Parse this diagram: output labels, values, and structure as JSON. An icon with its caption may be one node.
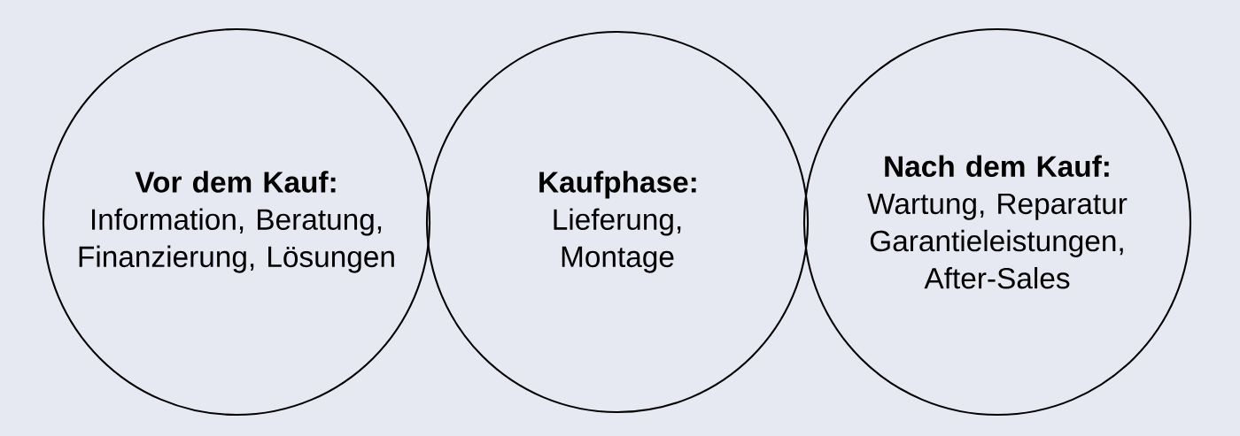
{
  "diagram": {
    "nodes": [
      {
        "text": [
          "Vor dem Kauf:",
          "Information, Beratung, Finanzierung, Lösungen"
        ]
      },
      {
        "text": [
          "Kaufphase:",
          "Lieferung, Montage"
        ]
      },
      {
        "text": [
          "Nach dem Kauf:",
          "Wartung, Reparatur Garantieleistungen, After-Sales"
        ]
      }
    ]
  }
}
